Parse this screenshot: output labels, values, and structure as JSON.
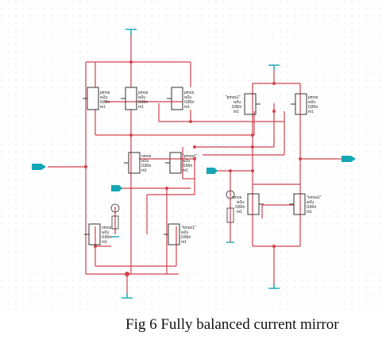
{
  "caption": "Fig 6 Fully balanced current mirror",
  "colors": {
    "wire": "#d2424d",
    "device": "#333333",
    "pin": "#14a6b5",
    "label": "#222222",
    "dot_grid": "#cfcfcf"
  },
  "device_labels": {
    "pmos": "pmos",
    "nmos": "nmos",
    "model_p": "\"pmos1\"",
    "model_n": "\"nmos1\"",
    "w": "w2u",
    "l": "l180n",
    "m": "m1"
  }
}
